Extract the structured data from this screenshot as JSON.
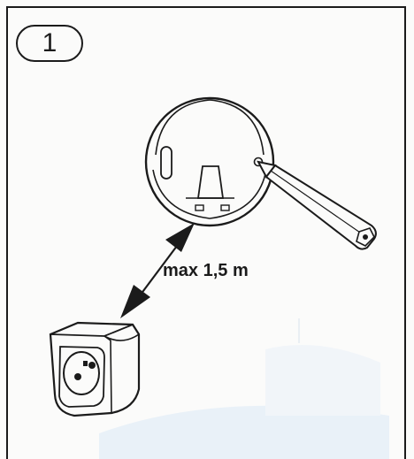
{
  "step": {
    "number": "1"
  },
  "distance": {
    "label": "max 1,5 m"
  },
  "illustration": {
    "objects": [
      "wall-mounted-device",
      "pencil",
      "power-socket",
      "double-arrow"
    ],
    "line_color": "#1b1b1b",
    "background_color": "#fbfbfa",
    "watermark_color": "#e9f1f8"
  }
}
